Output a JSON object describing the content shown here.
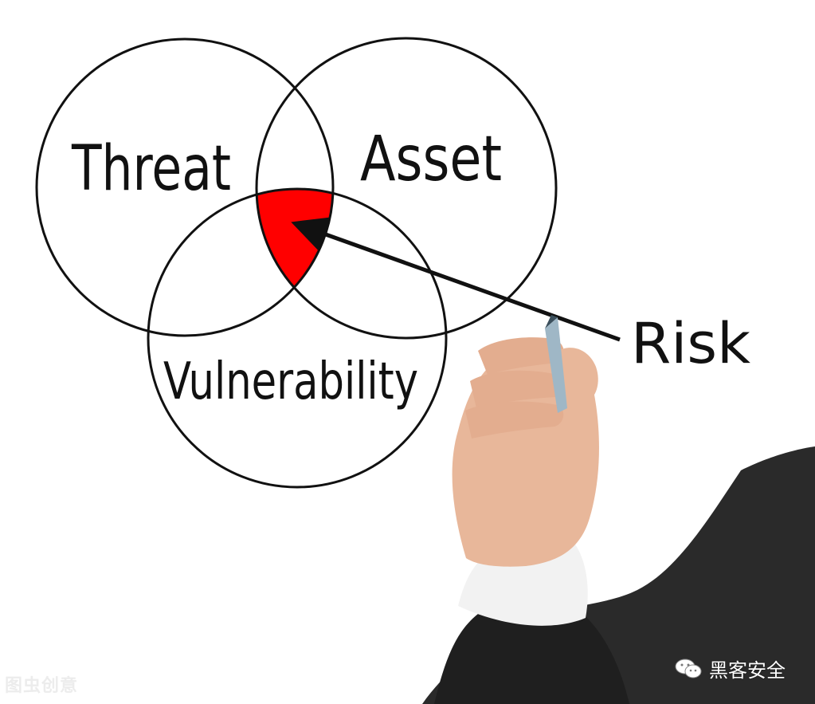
{
  "diagram": {
    "labels": {
      "threat": "Threat",
      "asset": "Asset",
      "vulnerability": "Vulnerability",
      "risk": "Risk"
    },
    "colors": {
      "ink": "#111111",
      "risk_fill": "#ff0000",
      "background": "#ffffff",
      "suit": "#2a2a2a",
      "skin": "#e8b79a",
      "shirt": "#f2f2f2",
      "marker": "#9fb7c6"
    }
  },
  "watermarks": {
    "left_text": "图虫创意",
    "right_text": "黑客安全",
    "right_icon": "wechat-icon"
  }
}
